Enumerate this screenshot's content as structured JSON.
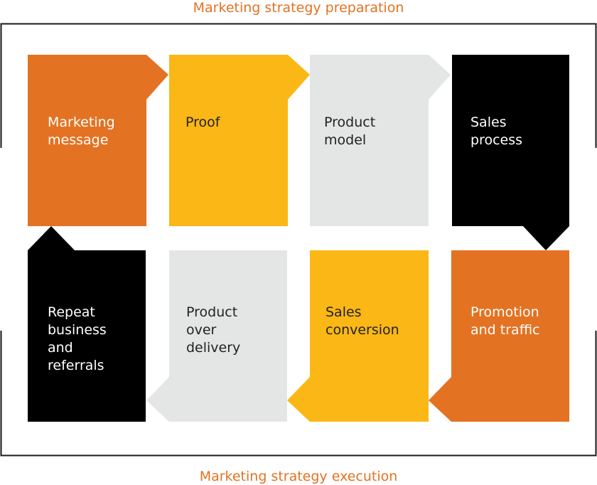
{
  "titles": {
    "top": "Marketing strategy preparation",
    "bottom": "Marketing strategy execution"
  },
  "colors": {
    "accent": "#e37222",
    "orange": "#e37222",
    "yellow": "#fbb715",
    "gray": "#e4e5e5",
    "black": "#000000",
    "frame": "#1a1a1a"
  },
  "steps": [
    {
      "id": "marketing-message",
      "label": "Marketing\nmessage",
      "color": "orange",
      "row": "top"
    },
    {
      "id": "proof",
      "label": "Proof",
      "color": "yellow",
      "row": "top"
    },
    {
      "id": "product-model",
      "label": "Product\nmodel",
      "color": "gray",
      "row": "top"
    },
    {
      "id": "sales-process",
      "label": "Sales\nprocess",
      "color": "black",
      "row": "top"
    },
    {
      "id": "promotion-and-traffic",
      "label": "Promotion\nand traffic",
      "color": "orange",
      "row": "bottom"
    },
    {
      "id": "sales-conversion",
      "label": "Sales\nconversion",
      "color": "yellow",
      "row": "bottom"
    },
    {
      "id": "product-over-delivery",
      "label": "Product\nover\ndelivery",
      "color": "gray",
      "row": "bottom"
    },
    {
      "id": "repeat-business-and-referrals",
      "label": "Repeat\nbusiness\nand\nreferrals",
      "color": "black",
      "row": "bottom"
    }
  ]
}
